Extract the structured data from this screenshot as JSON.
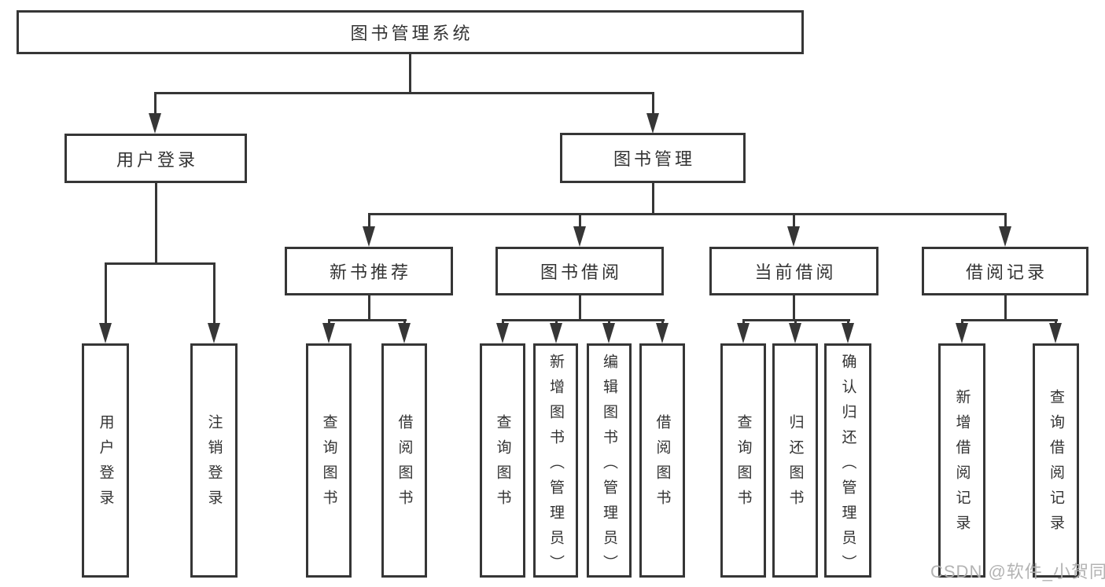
{
  "tree": {
    "root": {
      "label": "图书管理系统"
    },
    "branches": [
      {
        "label": "用户登录",
        "leaves": [
          "用户登录",
          "注销登录"
        ]
      },
      {
        "label": "图书管理",
        "sections": [
          {
            "label": "新书推荐",
            "leaves": [
              "查询图书",
              "借阅图书"
            ]
          },
          {
            "label": "图书借阅",
            "leaves": [
              "查询图书",
              "新增图书（管理员）",
              "编辑图书（管理员）",
              "借阅图书"
            ]
          },
          {
            "label": "当前借阅",
            "leaves": [
              "查询图书",
              "归还图书",
              "确认归还（管理员）"
            ]
          },
          {
            "label": "借阅记录",
            "leaves": [
              "新增借阅记录",
              "查询借阅记录"
            ]
          }
        ]
      }
    ]
  },
  "watermark": {
    "text": "CSDN @软件_小贺同学"
  },
  "colors": {
    "line": "#363636",
    "box_border": "#363636",
    "text": "#333333",
    "watermark": "#afafaf",
    "background": "#ffffff"
  }
}
